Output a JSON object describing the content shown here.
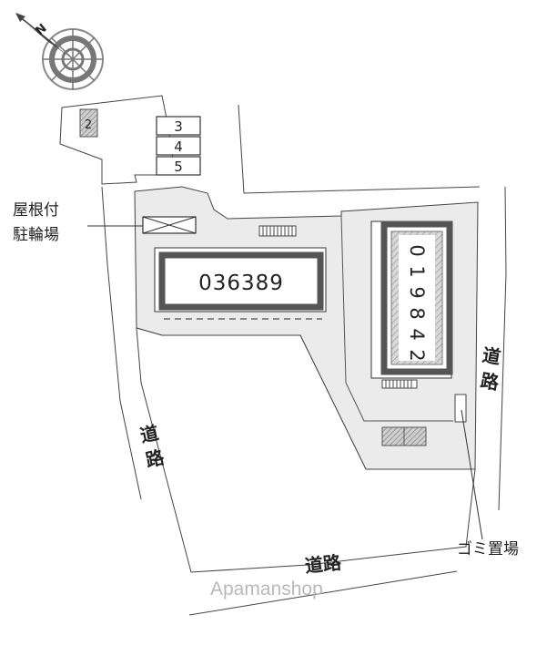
{
  "compass": {
    "north_label": "N",
    "icon": "compass-rose-icon"
  },
  "parking_spaces": [
    "2",
    "3",
    "4",
    "5"
  ],
  "buildings": {
    "main": "036389",
    "tower": [
      "0",
      "1",
      "9",
      "8",
      "4",
      "2"
    ]
  },
  "labels": {
    "bike_parking": [
      "屋根付",
      "駐輪場"
    ],
    "road_left": [
      "道",
      "路"
    ],
    "road_right": [
      "道",
      "路"
    ],
    "road_bottom": "道路",
    "garbage": "ゴミ置場"
  },
  "watermark": "Apamanshop",
  "colors": {
    "lot_fill": "#ebebeb",
    "building_border": "#555555",
    "hatch": "#888888"
  }
}
